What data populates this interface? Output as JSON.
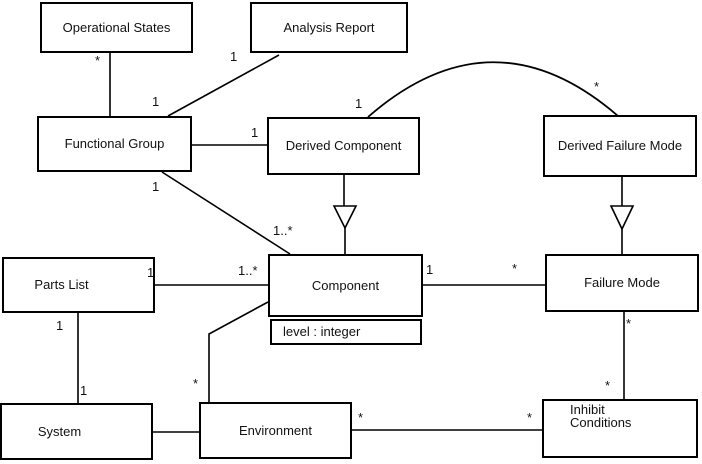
{
  "diagram": {
    "kind": "uml-class-diagram",
    "background_color": "#ffffff",
    "line_color": "#000000",
    "nodes": {
      "operational_states": {
        "label": "Operational States"
      },
      "analysis_report": {
        "label": "Analysis Report"
      },
      "functional_group": {
        "label": "Functional Group"
      },
      "derived_component": {
        "label": "Derived Component"
      },
      "derived_failure_mode": {
        "label": "Derived Failure Mode"
      },
      "component": {
        "label": "Component",
        "attribute": "level : integer"
      },
      "failure_mode": {
        "label": "Failure Mode"
      },
      "parts_list": {
        "label": "Parts List"
      },
      "system": {
        "label": "System"
      },
      "environment": {
        "label": "Environment"
      },
      "inhibit_conditions": {
        "label": "Inhibit Conditions"
      }
    },
    "relationships": [
      {
        "from": "Operational States",
        "to": "Functional Group",
        "type": "association",
        "from_mult": "*",
        "to_mult": ""
      },
      {
        "from": "Analysis Report",
        "to": "Functional Group",
        "type": "association",
        "from_mult": "1",
        "to_mult": "1"
      },
      {
        "from": "Functional Group",
        "to": "Derived Component",
        "type": "association",
        "from_mult": "",
        "to_mult": "1"
      },
      {
        "from": "Derived Component",
        "to": "Derived Failure Mode",
        "type": "association-arc",
        "from_mult": "1",
        "to_mult": "*"
      },
      {
        "from": "Functional Group",
        "to": "Component",
        "type": "association",
        "from_mult": "1",
        "to_mult": "1..*"
      },
      {
        "from": "Parts List",
        "to": "Component",
        "type": "association",
        "from_mult": "1",
        "to_mult": "1..*"
      },
      {
        "from": "Component",
        "to": "Failure Mode",
        "type": "association",
        "from_mult": "1",
        "to_mult": "*"
      },
      {
        "from": "Parts List",
        "to": "System",
        "type": "association",
        "from_mult": "1",
        "to_mult": "1"
      },
      {
        "from": "System",
        "to": "Environment",
        "type": "association",
        "from_mult": "",
        "to_mult": ""
      },
      {
        "from": "Component",
        "to": "Environment",
        "type": "association",
        "from_mult": "",
        "to_mult": "*"
      },
      {
        "from": "Environment",
        "to": "Inhibit Conditions",
        "type": "association",
        "from_mult": "*",
        "to_mult": "*"
      },
      {
        "from": "Failure Mode",
        "to": "Inhibit Conditions",
        "type": "association",
        "from_mult": "*",
        "to_mult": "*"
      },
      {
        "from": "Derived Component",
        "to": "Component",
        "type": "generalization"
      },
      {
        "from": "Derived Failure Mode",
        "to": "Failure Mode",
        "type": "generalization"
      }
    ]
  }
}
